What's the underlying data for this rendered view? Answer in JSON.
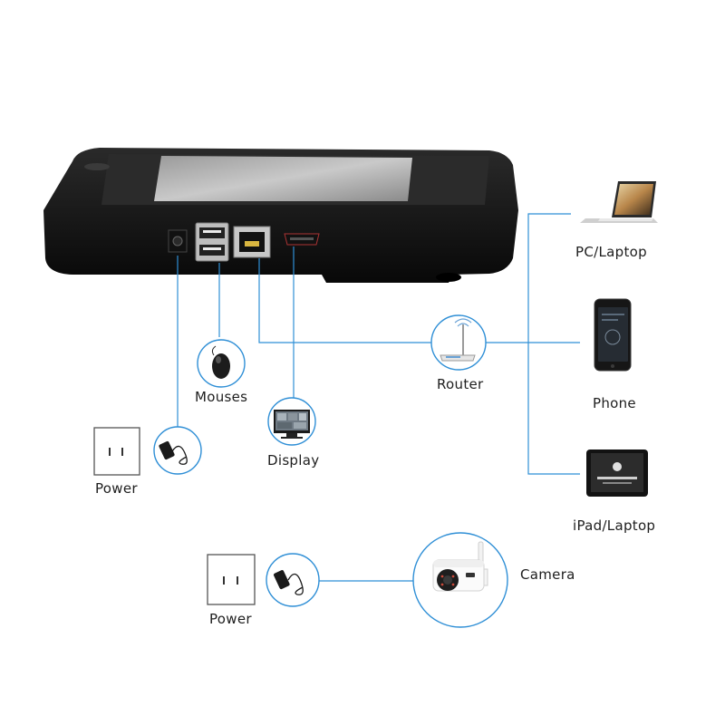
{
  "colors": {
    "accent": "#2f8fd6",
    "device": "#141414",
    "socket_border": "#555555"
  },
  "device": {
    "ports": [
      "dc-power-jack",
      "usb-ports",
      "ethernet-port",
      "hdmi-port"
    ]
  },
  "labels": {
    "mouses": "Mouses",
    "display": "Display",
    "power_left": "Power",
    "router": "Router",
    "pc_laptop": "PC/Laptop",
    "phone": "Phone",
    "ipad_laptop": "iPad/Laptop",
    "camera": "Camera",
    "power_bottom": "Power"
  },
  "icons": [
    "mouse-icon",
    "monitor-icon",
    "power-adapter-icon",
    "wall-socket-icon",
    "router-icon",
    "laptop-icon",
    "phone-icon",
    "tablet-icon",
    "camera-icon"
  ]
}
